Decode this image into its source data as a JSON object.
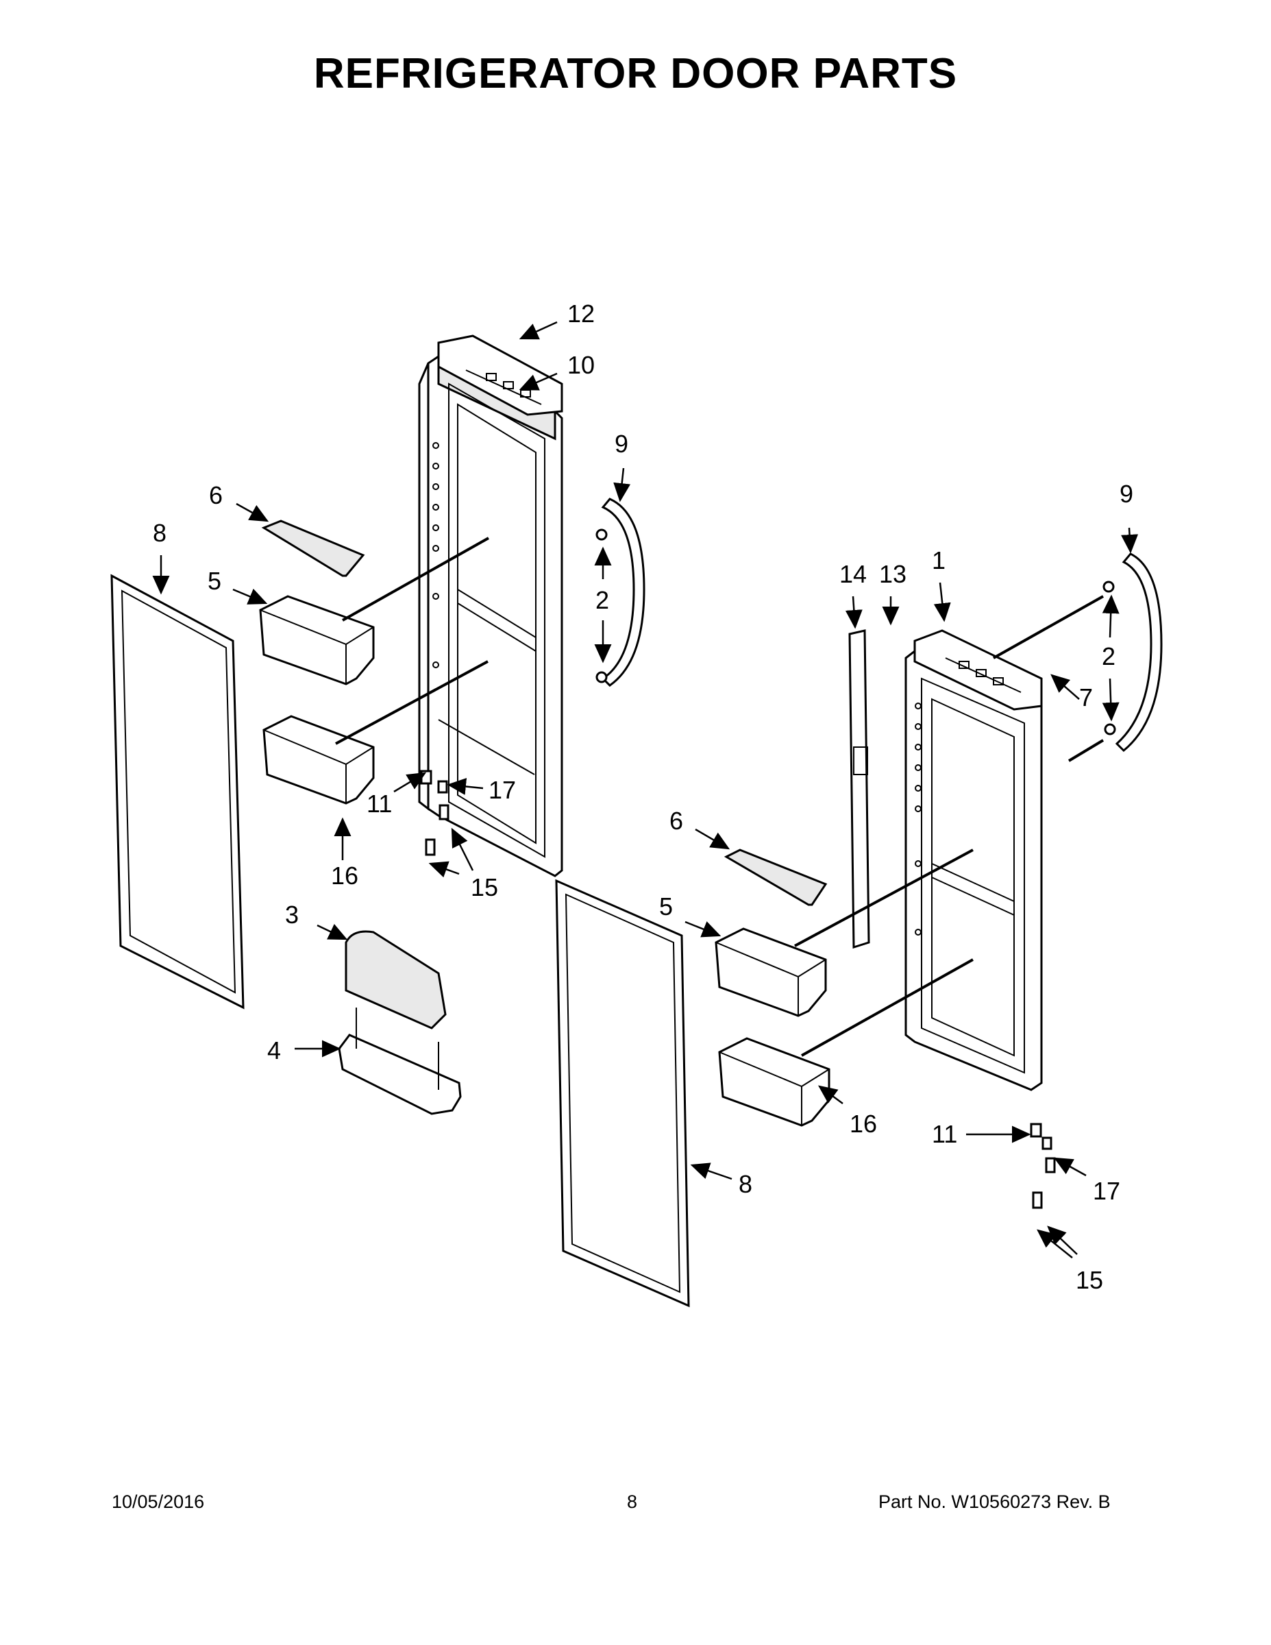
{
  "title": "REFRIGERATOR DOOR PARTS",
  "footer": {
    "date": "10/05/2016",
    "page": "8",
    "part": "Part No.  W10560273  Rev.  B"
  },
  "callouts": {
    "left_12": "12",
    "left_10": "10",
    "left_9": "9",
    "left_6": "6",
    "left_8": "8",
    "left_5": "5",
    "left_2": "2",
    "left_11": "11",
    "left_17": "17",
    "left_16": "16",
    "left_15": "15",
    "left_3": "3",
    "left_4": "4",
    "right_9": "9",
    "right_14": "14",
    "right_13": "13",
    "right_1": "1",
    "right_2": "2",
    "right_7": "7",
    "right_6": "6",
    "right_5": "5",
    "right_16": "16",
    "right_8": "8",
    "right_11": "11",
    "right_17": "17",
    "right_15": "15"
  }
}
